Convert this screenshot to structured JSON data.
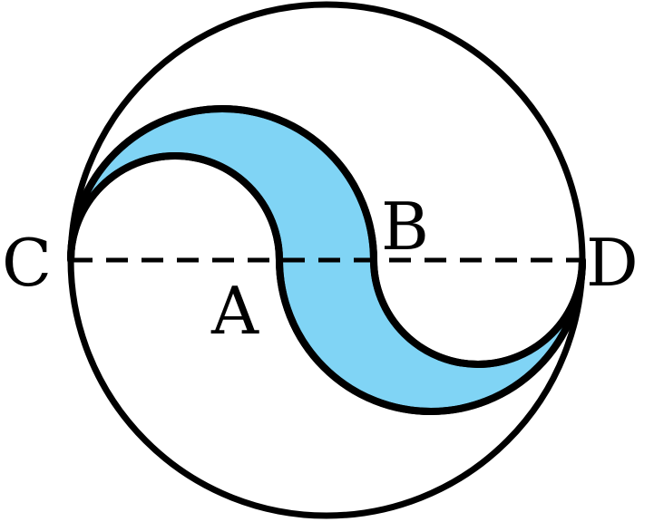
{
  "colors": {
    "shaded_region": "#80D4F5",
    "stroke": "#000000",
    "background": "#ffffff"
  },
  "labels": {
    "point_c": "C",
    "point_a": "A",
    "point_b": "B",
    "point_d": "D"
  }
}
